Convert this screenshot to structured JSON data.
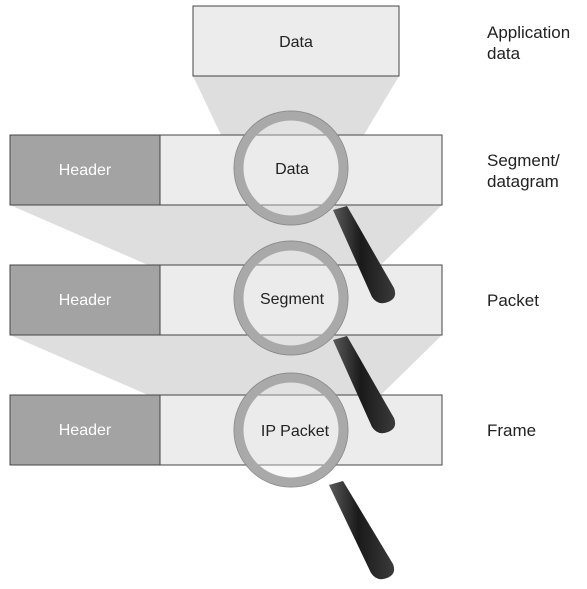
{
  "diagram": {
    "layers": [
      {
        "name": "application",
        "header_label": "",
        "content_label": "Data",
        "side_label_line1": "Application",
        "side_label_line2": "data"
      },
      {
        "name": "segment",
        "header_label": "Header",
        "content_label": "Data",
        "side_label_line1": "Segment/",
        "side_label_line2": "datagram"
      },
      {
        "name": "packet",
        "header_label": "Header",
        "content_label": "Segment",
        "side_label_line1": "Packet",
        "side_label_line2": ""
      },
      {
        "name": "frame",
        "header_label": "Header",
        "content_label": "IP Packet",
        "side_label_line1": "Frame",
        "side_label_line2": ""
      }
    ],
    "colors": {
      "box_fill": "#ececec",
      "header_fill": "#a3a3a3",
      "header_text": "#ffffff",
      "beam_fill": "#d8d8d8",
      "lens_ring": "#a9a9a9",
      "handle": "#2b2b2b",
      "stroke": "#444444"
    }
  }
}
